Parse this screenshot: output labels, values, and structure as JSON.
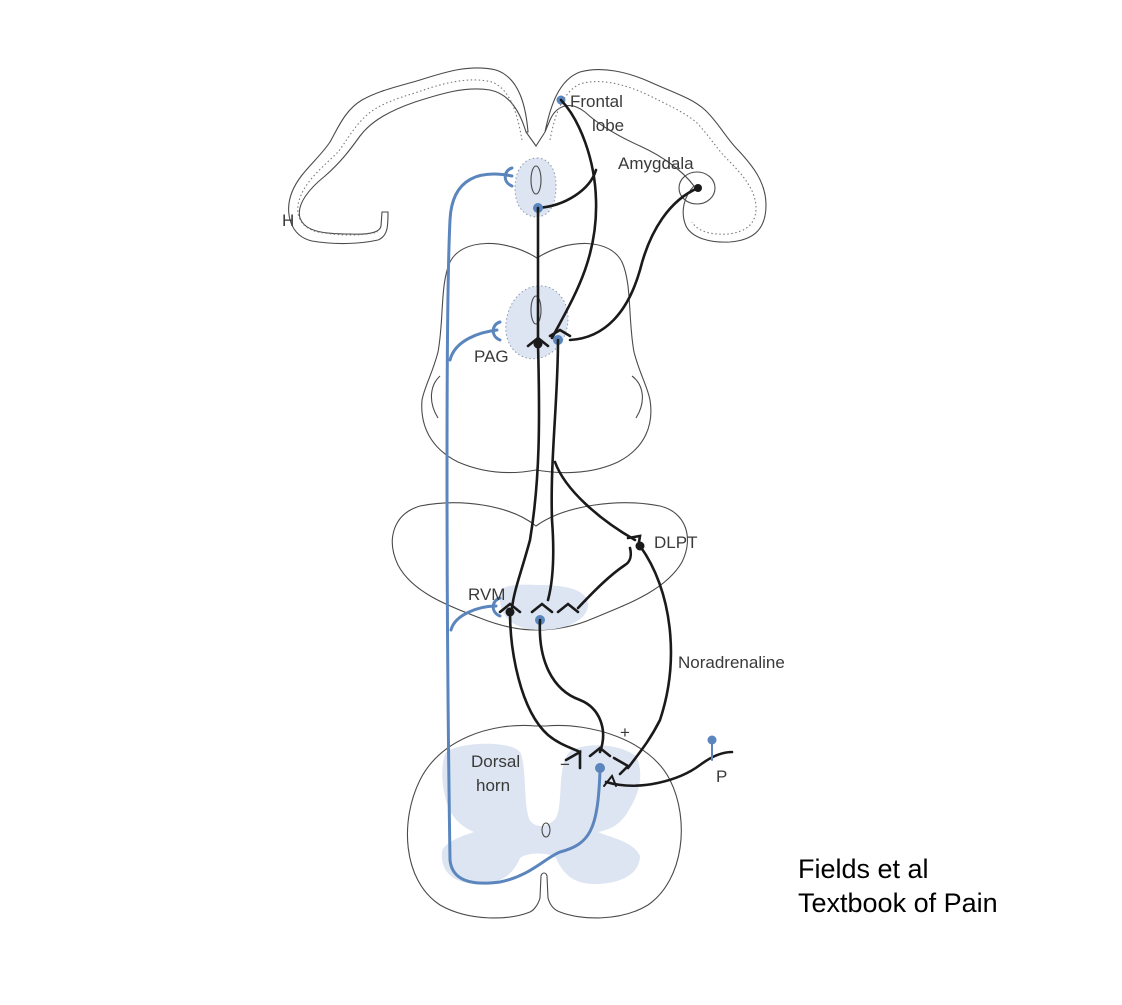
{
  "labels": {
    "frontal_line1": "Frontal",
    "frontal_line2": "lobe",
    "amygdala": "Amygdala",
    "h": "H",
    "pag": "PAG",
    "dlpt": "DLPT",
    "rvm": "RVM",
    "noradrenaline": "Noradrenaline",
    "plus": "+",
    "minus": "−",
    "dorsal_line1": "Dorsal",
    "dorsal_line2": "horn",
    "p": "P"
  },
  "citation": {
    "line1": "Fields et al",
    "line2": "Textbook of Pain"
  },
  "colors": {
    "blue_pathway": "#5b86bd",
    "black_pathway": "#1a1a1a",
    "region_fill": "#dde5f2"
  }
}
